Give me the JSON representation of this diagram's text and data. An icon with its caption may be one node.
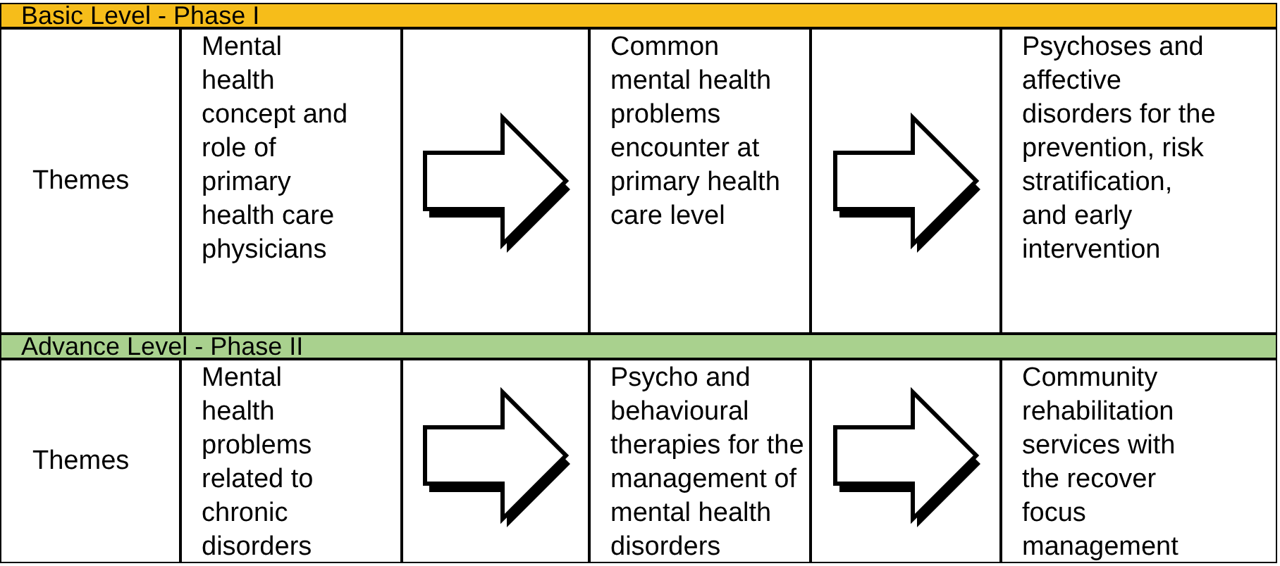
{
  "diagram": {
    "nodes": [
      {
        "text": [
          "Basic Level - Phase I"
        ]
      },
      {
        "text": [
          "Themes"
        ]
      },
      {
        "text": [
          "Mental health concept and role of primary health care physicians"
        ]
      },
      {
        "text": [],
        "shape": "box"
      },
      {
        "text": [
          "Common mental health problems encounter at primary health care level"
        ]
      },
      {
        "text": [],
        "shape": "box"
      },
      {
        "text": [
          "Psychoses and affective disorders for the prevention, risk stratification, and early intervention"
        ]
      },
      {
        "text": [
          "Advance Level - Phase II"
        ]
      },
      {
        "text": [
          "Themes"
        ]
      },
      {
        "text": [
          "Mental health problems related to chronic disorders"
        ]
      },
      {
        "text": [],
        "shape": "box"
      },
      {
        "text": [
          "Psycho and behavioural therapies for the management of mental health disorders"
        ]
      },
      {
        "text": [],
        "shape": "box"
      },
      {
        "text": [
          "Community rehabilitation services with the recover focus management"
        ]
      }
    ],
    "edges": [
      {
        "from": 2,
        "to": 4,
        "arrow": "to"
      },
      {
        "from": 4,
        "to": 6,
        "arrow": "to"
      },
      {
        "from": 9,
        "to": 11,
        "arrow": "to"
      },
      {
        "from": 11,
        "to": 13,
        "arrow": "to"
      }
    ]
  }
}
